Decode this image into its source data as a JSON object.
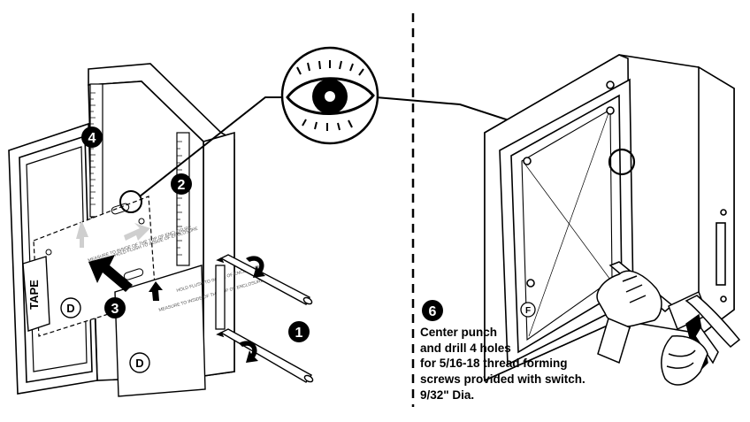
{
  "steps": [
    {
      "number": "1"
    },
    {
      "number": "2"
    },
    {
      "number": "3"
    },
    {
      "number": "4"
    },
    {
      "number": "6"
    }
  ],
  "labels": {
    "tape": "TAPE",
    "template_letter_a": "D",
    "template_letter_b": "D",
    "template_letter_c": "F",
    "measure_note": "MEASURE TO INSIDE OF THE TOP OF ENCLOSURE",
    "hold_note": "HOLD FLUSH TO INSIDE OF ENCLOSURE"
  },
  "instruction": {
    "line1": "Center punch",
    "line2": "and drill 4 holes",
    "line3": "for 5/16-18 thread forming",
    "line4": "screws provided with switch.",
    "line5": "9/32\" Dia."
  },
  "colors": {
    "ink": "#000000",
    "paper": "#ffffff",
    "gray_arrow": "#c8c8c8",
    "dashed_divider": "#000000"
  },
  "icons": [
    "eye-icon",
    "hand-icon",
    "hammer-icon",
    "center-punch-icon",
    "screwdriver-icon"
  ]
}
